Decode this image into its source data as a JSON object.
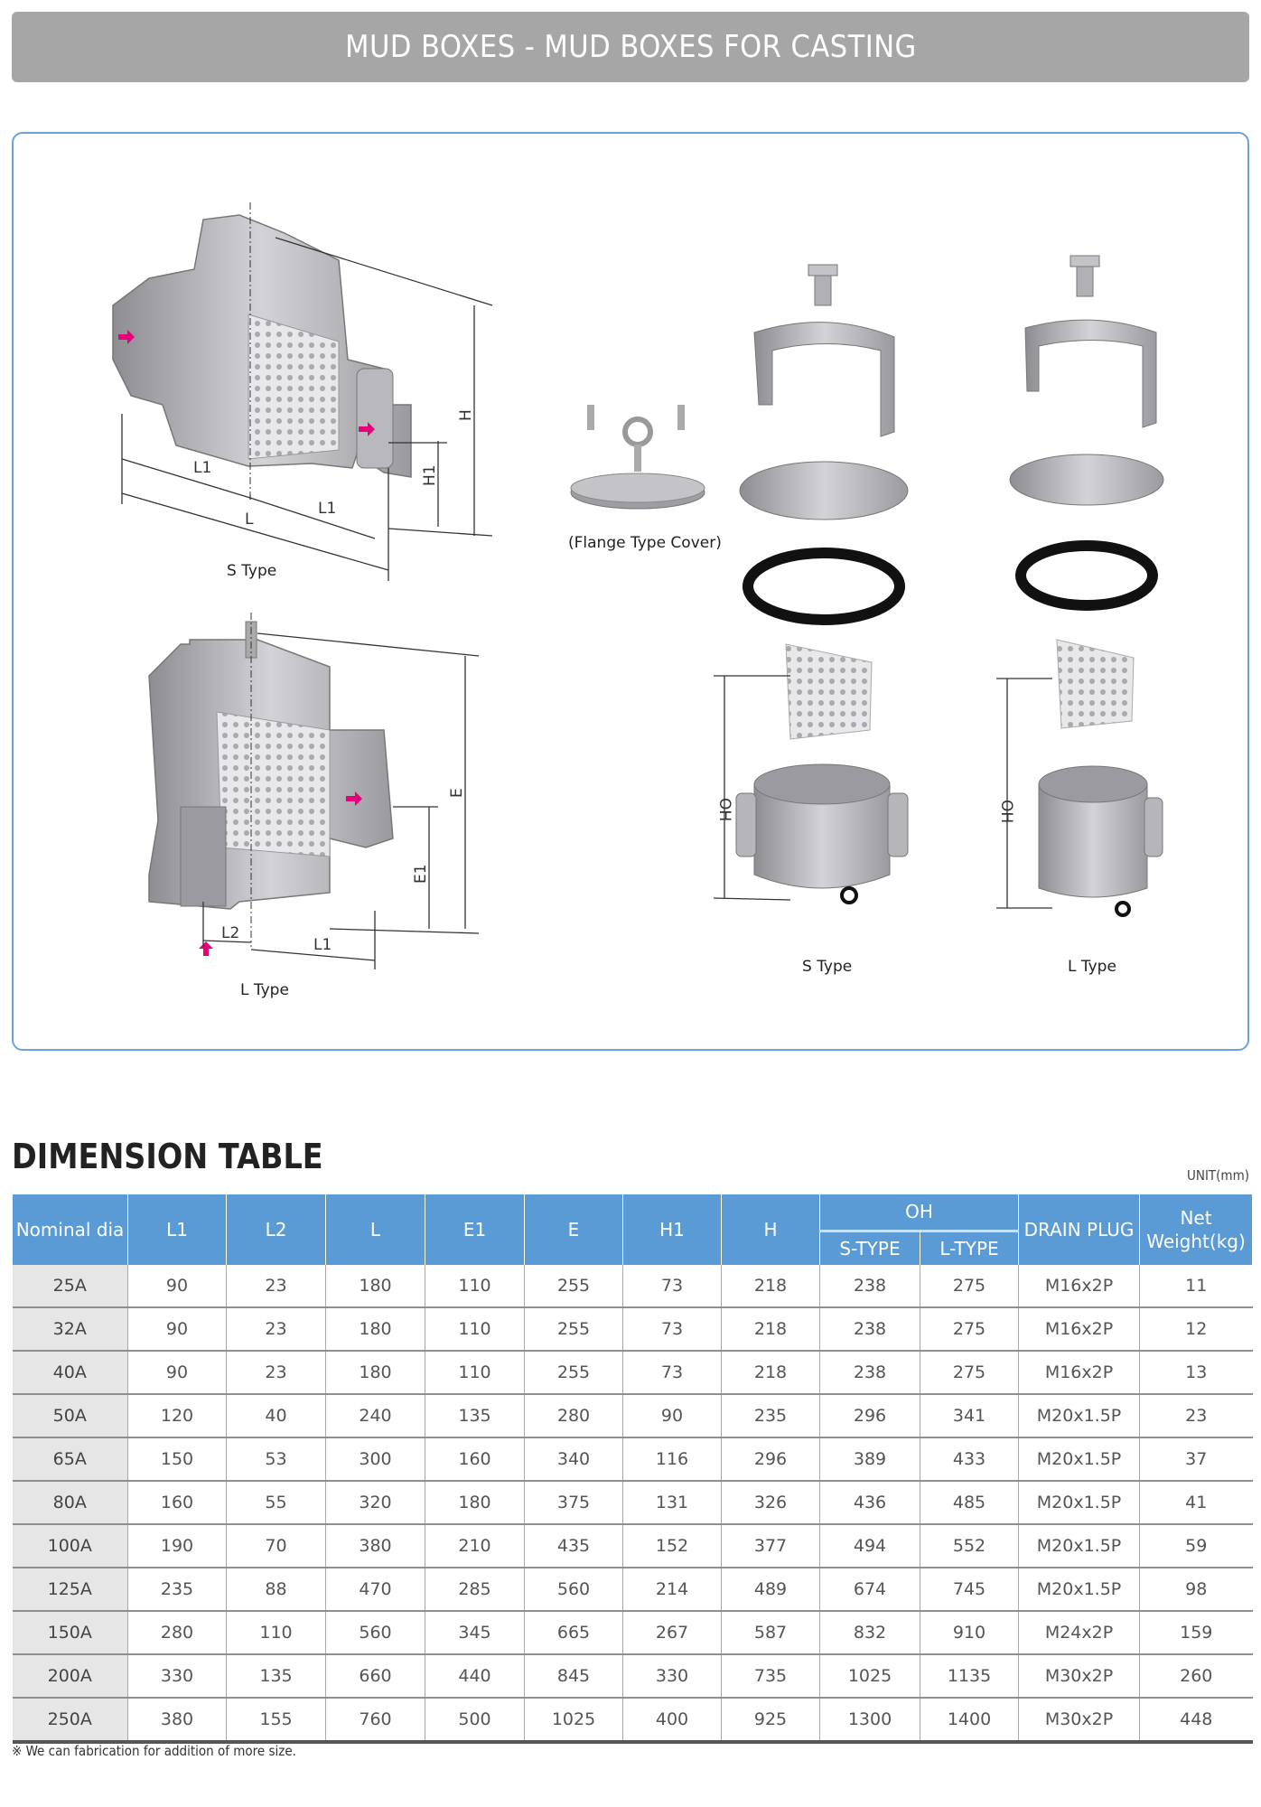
{
  "title": "MUD BOXES - MUD BOXES FOR CASTING",
  "diagram": {
    "s_type_label": "S Type",
    "l_type_label": "L Type",
    "flange_cover_label": "(Flange Type Cover)",
    "exploded_s_label": "S Type",
    "exploded_l_label": "L Type",
    "dims": {
      "L1": "L1",
      "L": "L",
      "L2": "L2",
      "H": "H",
      "H1": "H1",
      "E": "E",
      "E1": "E1",
      "OH": "OH"
    }
  },
  "colors": {
    "header": "#5b9bd5",
    "title_bar": "#a6a6a6",
    "flow_arrow": "#e6007e"
  },
  "section_title": "DIMENSION TABLE",
  "unit": "UNIT(mm)",
  "table": {
    "headers": {
      "nominal": "Nominal dia",
      "L1": "L1",
      "L2": "L2",
      "L": "L",
      "E1": "E1",
      "E": "E",
      "H1": "H1",
      "H": "H",
      "OH": "OH",
      "s_type": "S-TYPE",
      "l_type": "L-TYPE",
      "drain_plug": "DRAIN PLUG",
      "net_weight": "Net Weight(kg)"
    },
    "rows": [
      [
        "25A",
        "90",
        "23",
        "180",
        "110",
        "255",
        "73",
        "218",
        "238",
        "275",
        "M16x2P",
        "11"
      ],
      [
        "32A",
        "90",
        "23",
        "180",
        "110",
        "255",
        "73",
        "218",
        "238",
        "275",
        "M16x2P",
        "12"
      ],
      [
        "40A",
        "90",
        "23",
        "180",
        "110",
        "255",
        "73",
        "218",
        "238",
        "275",
        "M16x2P",
        "13"
      ],
      [
        "50A",
        "120",
        "40",
        "240",
        "135",
        "280",
        "90",
        "235",
        "296",
        "341",
        "M20x1.5P",
        "23"
      ],
      [
        "65A",
        "150",
        "53",
        "300",
        "160",
        "340",
        "116",
        "296",
        "389",
        "433",
        "M20x1.5P",
        "37"
      ],
      [
        "80A",
        "160",
        "55",
        "320",
        "180",
        "375",
        "131",
        "326",
        "436",
        "485",
        "M20x1.5P",
        "41"
      ],
      [
        "100A",
        "190",
        "70",
        "380",
        "210",
        "435",
        "152",
        "377",
        "494",
        "552",
        "M20x1.5P",
        "59"
      ],
      [
        "125A",
        "235",
        "88",
        "470",
        "285",
        "560",
        "214",
        "489",
        "674",
        "745",
        "M20x1.5P",
        "98"
      ],
      [
        "150A",
        "280",
        "110",
        "560",
        "345",
        "665",
        "267",
        "587",
        "832",
        "910",
        "M24x2P",
        "159"
      ],
      [
        "200A",
        "330",
        "135",
        "660",
        "440",
        "845",
        "330",
        "735",
        "1025",
        "1135",
        "M30x2P",
        "260"
      ],
      [
        "250A",
        "380",
        "155",
        "760",
        "500",
        "1025",
        "400",
        "925",
        "1300",
        "1400",
        "M30x2P",
        "448"
      ]
    ]
  },
  "note": "※ We can fabrication for addition of more size."
}
